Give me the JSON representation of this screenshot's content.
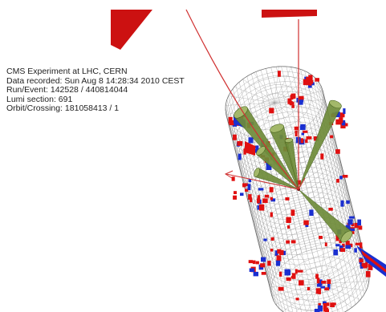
{
  "event_info": {
    "experiment": "CMS Experiment at LHC, CERN",
    "recorded": "Data recorded: Sun Aug  8 14:28:34 2010 CEST",
    "run_event": "Run/Event: 142528 / 440814044",
    "lumi": "Lumi section: 691",
    "orbit": "Orbit/Crossing: 181058413 / 1"
  },
  "colors": {
    "grid": "#9a9a9a",
    "ecal_deposit": "#e01010",
    "hcal_deposit": "#1a2fd0",
    "jet_cone": "#6f8c3a",
    "jet_cone_light": "#a3b86a",
    "muon_track": "#d03030",
    "muon_chamber": "#cc1111"
  }
}
